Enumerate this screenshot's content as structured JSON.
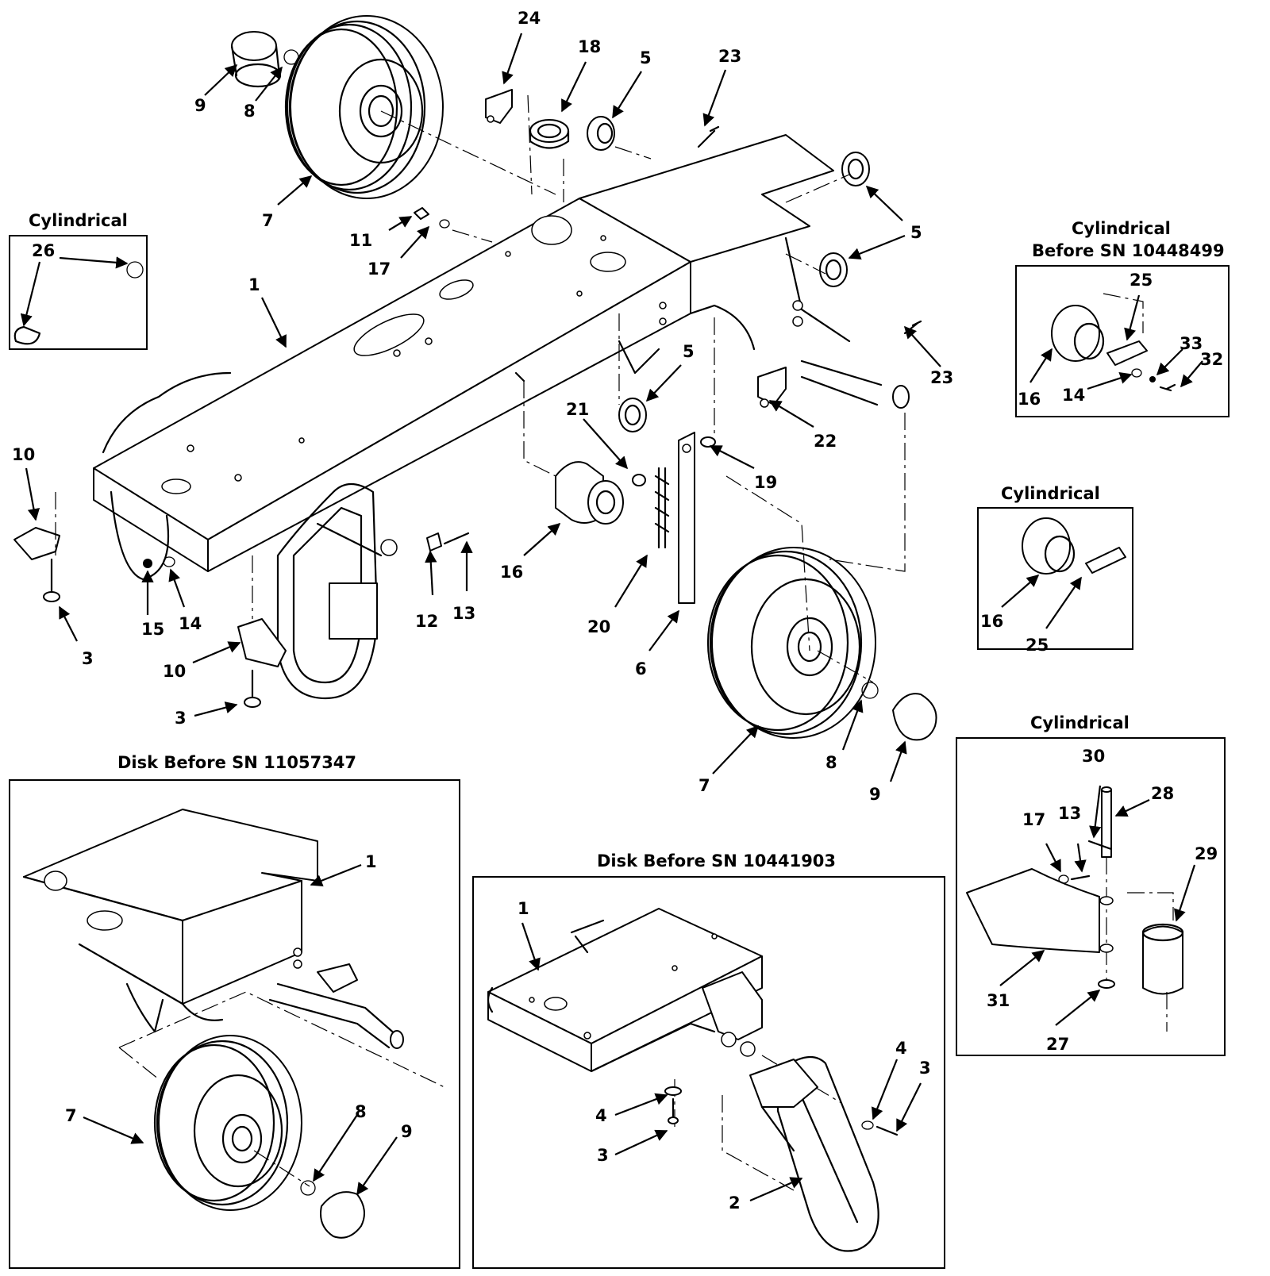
{
  "insets": {
    "cyl_top_left": {
      "title": "Cylindrical"
    },
    "cyl_before_sn_a": {
      "title_line1": "Cylindrical",
      "title_line2": "Before SN 10448499"
    },
    "cyl_mid_right": {
      "title": "Cylindrical"
    },
    "cyl_bottom_right": {
      "title": "Cylindrical"
    },
    "disk_left": {
      "title": "Disk Before SN 11057347"
    },
    "disk_mid": {
      "title": "Disk Before SN 10441903"
    }
  },
  "callouts": {
    "c1": "1",
    "c2": "2",
    "c3": "3",
    "c4": "4",
    "c5": "5",
    "c6": "6",
    "c7": "7",
    "c8": "8",
    "c9": "9",
    "c10": "10",
    "c11": "11",
    "c12": "12",
    "c13": "13",
    "c14": "14",
    "c15": "15",
    "c16": "16",
    "c17": "17",
    "c18": "18",
    "c19": "19",
    "c20": "20",
    "c21": "21",
    "c22": "22",
    "c23": "23",
    "c24": "24",
    "c25": "25",
    "c26": "26",
    "c27": "27",
    "c28": "28",
    "c29": "29",
    "c30": "30",
    "c31": "31",
    "c32": "32",
    "c33": "33"
  }
}
